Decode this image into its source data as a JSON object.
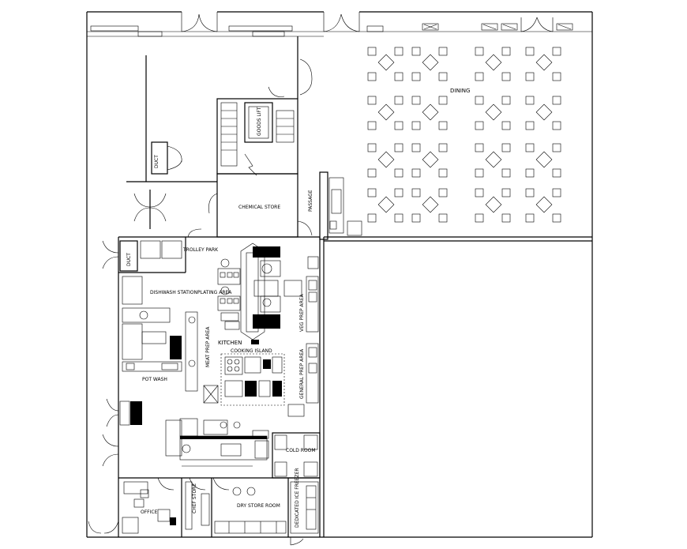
{
  "labels": {
    "dining": "DINING",
    "good_lift": "GOODS LIFT",
    "chemical_store": "CHEMICAL STORE",
    "passage": "PASSAGE",
    "duct": "DUCT",
    "trolley_park": "TROLLEY PARK",
    "dishwash_station": "DISHWASH STATION",
    "plating_area": "PLATING AREA",
    "meat_prep_area": "MEAT PREP AREA",
    "kitchen": "KITCHEN",
    "cooking_island": "COOKING ISLAND",
    "veg_prep_area": "VEG PREP AREA",
    "general_prep_area": "GENERAL PREP AREA",
    "pot_wash": "POT WASH",
    "cold_room": "COLD ROOM",
    "office": "OFFICE",
    "dry_store_room": "DRY STORE ROOM",
    "dedicated_ice_freezer": "DEDICATED ICE FREEZER",
    "chef_store": "CHEF STORE"
  }
}
